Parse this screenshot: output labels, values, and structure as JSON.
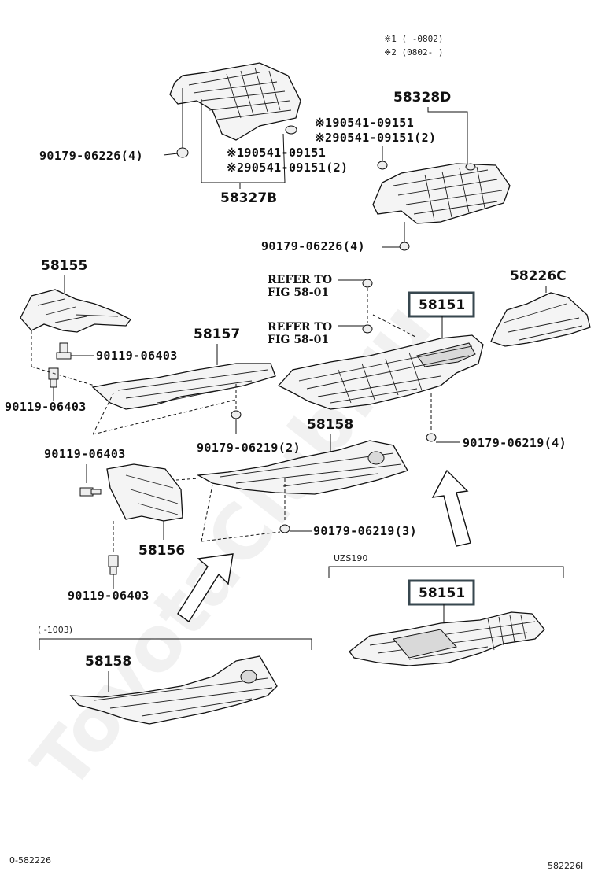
{
  "notes": {
    "note1": "※1 (       -0802)",
    "note2": "※2 (0802-       )"
  },
  "labels": {
    "p58328D": "58328D",
    "p58327B": "58327B",
    "p58155": "58155",
    "p58226C": "58226C",
    "p58157": "58157",
    "p58151_top": "58151",
    "p58158_mid": "58158",
    "p58156": "58156",
    "p58158_bottom": "58158",
    "p58151_bottom": "58151",
    "f90179_06226_a": "90179-06226(4)",
    "f90179_06226_b": "90179-06226(4)",
    "f90541_1_a": "※190541-09151",
    "f90541_2_a": "※290541-09151(2)",
    "f90541_1_b": "※190541-09151",
    "f90541_2_b": "※290541-09151(2)",
    "f90119_a": "90119-06403",
    "f90119_b": "90119-06403",
    "f90119_c": "90119-06403",
    "f90119_d": "90119-06403",
    "f90179_06219_2": "90179-06219(2)",
    "f90179_06219_4": "90179-06219(4)",
    "f90179_06219_3": "90179-06219(3)",
    "refer1_line1": "REFER TO",
    "refer1_line2": "FIG 58-01",
    "refer2_line1": "REFER TO",
    "refer2_line2": "FIG 58-01",
    "uzs190": "UZS190",
    "range1003": "(      -1003)"
  },
  "footer": {
    "left": "0-582226",
    "right": "582226I"
  },
  "watermark": "ToyotaClub.ru"
}
